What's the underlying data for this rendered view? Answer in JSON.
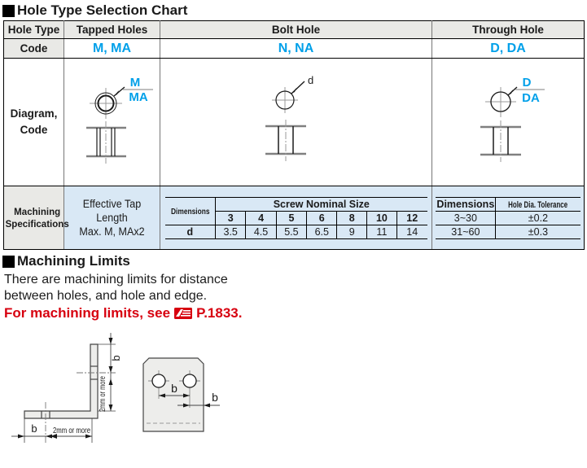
{
  "colors": {
    "accent_cyan": "#00a0e9",
    "red": "#d7000f",
    "header_gray": "#e9e9e6",
    "spec_blue": "#d9e8f5"
  },
  "section1": {
    "title": "Hole Type Selection Chart"
  },
  "table": {
    "headers": {
      "col0": "Hole Type",
      "col1": "Tapped Holes",
      "col2": "Bolt Hole",
      "col3": "Through Hole"
    },
    "code_row": {
      "label": "Code",
      "tapped": "M, MA",
      "bolt": "N, NA",
      "through": "D, DA"
    },
    "diagram_row": {
      "label_line1": "Diagram,",
      "label_line2": "Code",
      "tapped_code_top": "M",
      "tapped_code_bottom": "MA",
      "bolt_code": "d",
      "through_code_top": "D",
      "through_code_bottom": "DA"
    },
    "spec_row": {
      "label_line1": "Machining",
      "label_line2": "Specifications",
      "tapped_line1": "Effective Tap Length",
      "tapped_line2": "Max. M, MAx2",
      "bolt_table": {
        "corner": "Dimensions",
        "span_header": "Screw Nominal Size",
        "sizes": [
          "3",
          "4",
          "5",
          "6",
          "8",
          "10",
          "12"
        ],
        "row_label": "d",
        "values": [
          "3.5",
          "4.5",
          "5.5",
          "6.5",
          "9",
          "11",
          "14"
        ]
      },
      "through_table": {
        "header_dim": "Dimensions",
        "header_tol": "Hole Dia. Tolerance",
        "rows": [
          [
            "3~30",
            "±0.2"
          ],
          [
            "31~60",
            "±0.3"
          ]
        ]
      }
    }
  },
  "section2": {
    "title": "Machining Limits",
    "body_line1": "There are machining limits for distance",
    "body_line2": "between holes, and hole and edge.",
    "link_pre": "For machining limits, see",
    "link_page": "P.1833."
  },
  "diagrams": {
    "bracket": {
      "dim_b_vertical": "b",
      "dim_2mm_vertical": "2mm or more",
      "dim_b_horizontal": "b",
      "dim_2mm_horizontal": "2mm or more"
    },
    "plate": {
      "dim_b_between": "b",
      "dim_b_edge": "b"
    }
  }
}
